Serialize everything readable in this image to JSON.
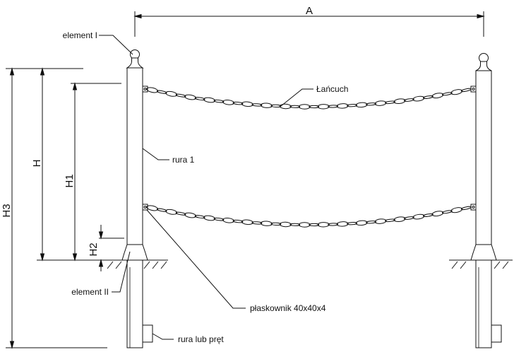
{
  "dimensions": {
    "width_label": "A",
    "height_label": "H",
    "height1_label": "H1",
    "height2_label": "H2",
    "height3_label": "H3"
  },
  "callouts": {
    "top_cap": "element I",
    "chain": "Łańcuch",
    "pipe": "rura 1",
    "base_sleeve": "element II",
    "flat_bar": "płaskownik 40x40x4",
    "anchor_rod": "rura lub pręt"
  },
  "colors": {
    "line": "#111111",
    "background": "#ffffff"
  }
}
